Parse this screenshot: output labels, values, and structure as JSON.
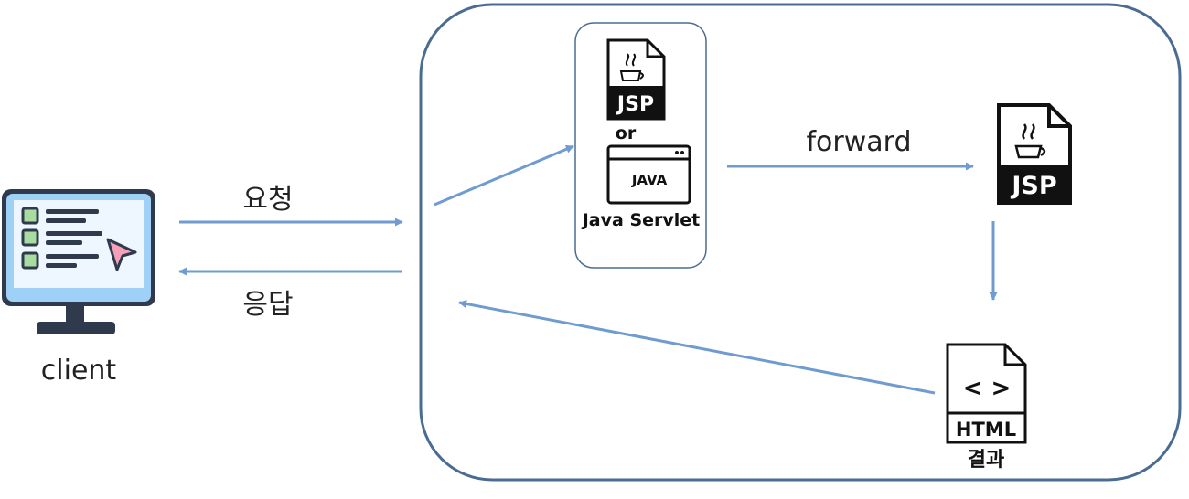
{
  "labels": {
    "client": "client",
    "request": "요청",
    "response": "응답",
    "or": "or",
    "servlet": "Java Servlet",
    "forward": "forward",
    "result": "결과"
  },
  "icons": {
    "client": "monitor-icon",
    "jsp_small": "jsp-file-icon",
    "java_window": "java-window-icon",
    "jsp_large": "jsp-file-icon",
    "html_file": "html-file-icon"
  },
  "icon_text": {
    "jsp": "JSP",
    "java": "JAVA",
    "html": "HTML",
    "code": "< >"
  },
  "colors": {
    "arrow": "#6f9bd1",
    "server_border": "#4a6c93",
    "module_border": "#4a6c93",
    "icon_dark": "#111111",
    "monitor_screen": "#eef6ff",
    "monitor_frame": "#9fd0f5",
    "monitor_dark": "#2f3b4c",
    "monitor_cursor": "#f4a0b8",
    "monitor_green": "#a9dca0"
  }
}
